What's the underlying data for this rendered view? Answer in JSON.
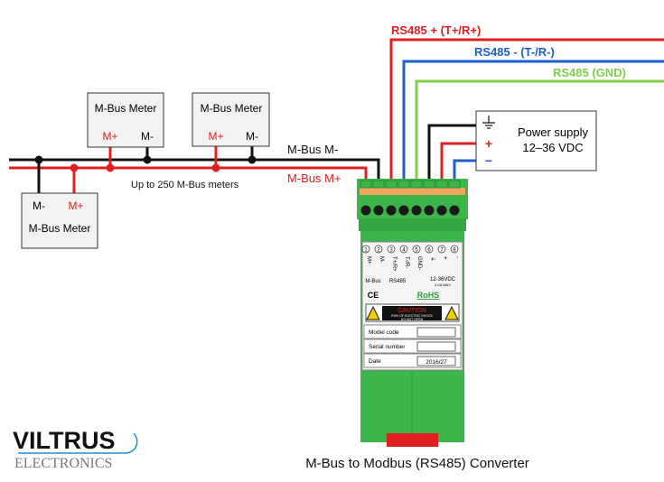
{
  "wires": {
    "rs485_plus": "RS485 + (T+/R+)",
    "rs485_minus": "RS485 - (T-/R-)",
    "rs485_gnd": "RS485 (GND)",
    "mbus_minus": "M-Bus M-",
    "mbus_plus": "M-Bus M+",
    "meters_note": "Up to 250 M-Bus meters"
  },
  "meters": [
    {
      "title": "M-Bus Meter",
      "plus": "M+",
      "minus": "M-"
    },
    {
      "title": "M-Bus Meter",
      "plus": "M+",
      "minus": "M-"
    },
    {
      "title": "M-Bus Meter",
      "plus": "M+",
      "minus": "M-"
    }
  ],
  "power_supply": {
    "title": "Power supply",
    "range": "12–36 VDC",
    "plus": "+",
    "minus": "−"
  },
  "device": {
    "terminals": [
      "1",
      "2",
      "3",
      "4",
      "5",
      "6",
      "7",
      "8"
    ],
    "pins": [
      "M+",
      "M-",
      "T+/R+",
      "T-/R-",
      "GND-",
      "⏚",
      "+",
      "-"
    ],
    "groups": [
      "M-Bus",
      "RS485",
      "12-36VDC"
    ],
    "current": "2.0A MAX",
    "marks": [
      "CE",
      "RoHS"
    ],
    "caution": "CAUTION",
    "caution_sub1": "RISK OF ELECTRIC SHOCK",
    "caution_sub2": "DO NOT OPEN",
    "fields": [
      {
        "label": "Model code",
        "value": ""
      },
      {
        "label": "Serial number",
        "value": ""
      },
      {
        "label": "Date",
        "value": "2016/27"
      }
    ]
  },
  "caption": "M-Bus to Modbus (RS485) Converter",
  "logo": {
    "brand": "VILTRUS",
    "sub": "ELECTRONICS"
  },
  "colors": {
    "red": "#e02020",
    "blue": "#1f5fc8",
    "green": "#7ed04a",
    "black": "#111111",
    "device_green": "#3cb54a"
  }
}
